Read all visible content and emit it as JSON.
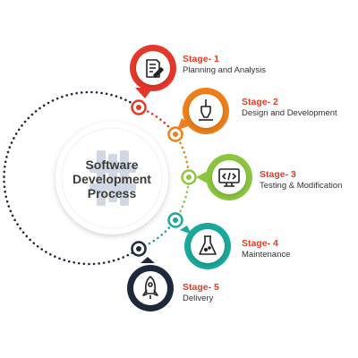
{
  "center": {
    "line1": "Software",
    "line2": "Development",
    "line3": "Process"
  },
  "stages": [
    {
      "title": "Stage- 1",
      "subtitle": "Planning and Analysis",
      "icon": "document-edit-icon",
      "color": "#e6382a",
      "ring": "#e6382a"
    },
    {
      "title": "Stage- 2",
      "subtitle": "Design and Development",
      "icon": "pen-tool-icon",
      "color": "#ef7f1a",
      "ring": "#ef7f1a"
    },
    {
      "title": "Stage- 3",
      "subtitle": "Testing & Modification",
      "icon": "monitor-code-icon",
      "color": "#8cc63f",
      "ring": "#8cc63f"
    },
    {
      "title": "Stage- 4",
      "subtitle": "Maintenance",
      "icon": "flask-icon",
      "color": "#1aa99b",
      "ring": "#1aa99b"
    },
    {
      "title": "Stage- 5",
      "subtitle": "Delivery",
      "icon": "rocket-icon",
      "color": "#1e2a3c",
      "ring": "#1e2a3c"
    }
  ]
}
